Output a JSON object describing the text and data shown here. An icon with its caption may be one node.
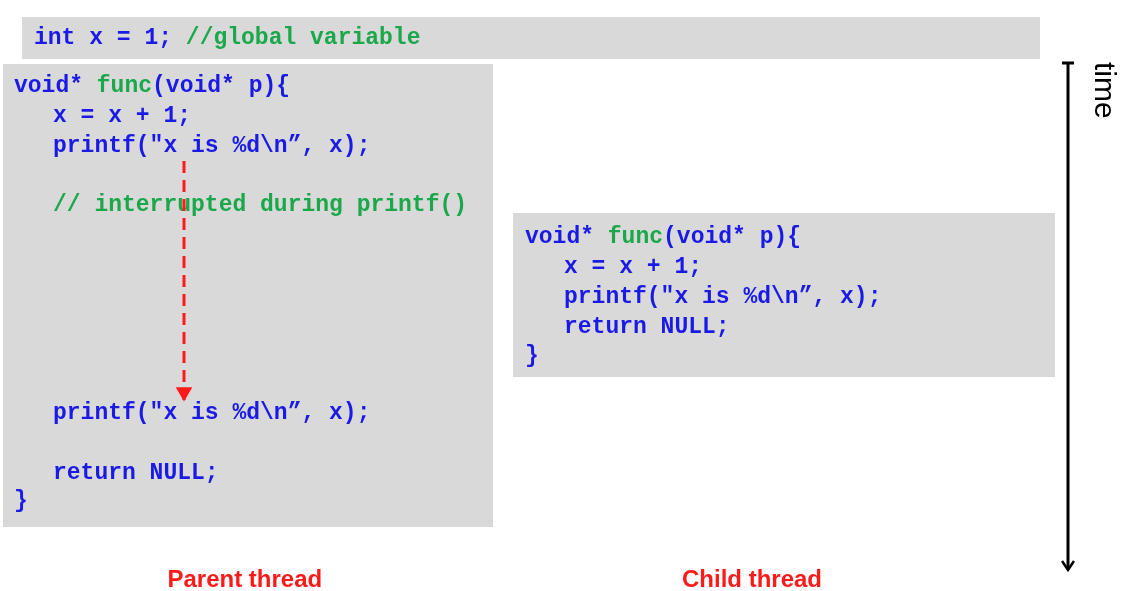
{
  "diagram": {
    "nodes": [
      {
        "text": [
          "int x = 1;",
          "//global variable"
        ]
      },
      {
        "text": [
          "void*",
          "func",
          "(void* p){",
          "x = x + 1;",
          "// interrupted during printf()",
          "return NULL;",
          "}"
        ]
      },
      {
        "text": [
          "printf(\"x is %d\\n”, x);"
        ],
        "in": 1
      },
      {
        "text": [
          "printf(\"x is %d\\n”, x);"
        ],
        "in": 1
      },
      {
        "text": [
          "void*",
          "func",
          "(void* p){",
          "x = x + 1;",
          "printf(\"x is %d\\n”, x);",
          "return NULL;",
          "}"
        ]
      }
    ],
    "edges": [
      {
        "from": 2,
        "to": 3,
        "arrow": "to",
        "style": "dashed",
        "color": "#ff1a1a"
      }
    ],
    "labels": [
      "Parent thread",
      "Child thread",
      "time"
    ]
  }
}
